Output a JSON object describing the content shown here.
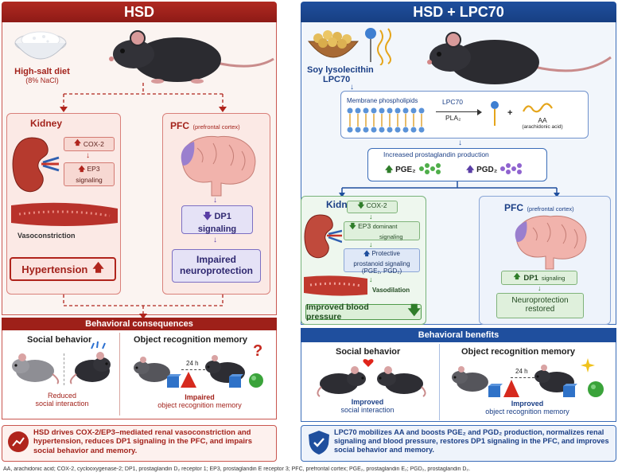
{
  "left": {
    "header": "HSD",
    "diet_label": "High-salt diet",
    "diet_detail": "(8% NaCl)",
    "kidney": {
      "title": "Kidney",
      "cox2": "COX-2",
      "ep3_line1": "EP3",
      "ep3_line2": "signaling",
      "vaso": "Vasoconstriction",
      "outcome": "Hypertension"
    },
    "pfc": {
      "title": "PFC",
      "title_detail": "(prefrontal cortex)",
      "dp1_line1": "DP1",
      "dp1_line2": "signaling",
      "outcome_line1": "Impaired",
      "outcome_line2": "neuroprotection"
    },
    "behavior": {
      "header": "Behavioral consequences",
      "social_title": "Social behavior",
      "social_caption_line1": "Reduced",
      "social_caption_line2": "social interaction",
      "object_title": "Object recognition memory",
      "interval": "24 h",
      "object_caption_line1": "Impaired",
      "object_caption_line2": "object recognition memory",
      "question_mark": "?"
    },
    "summary": "HSD drives COX-2/EP3–mediated renal vasoconstriction and hypertension, reduces DP1 signaling in the PFC, and impairs social behavior and memory."
  },
  "right": {
    "header": "HSD + LPC70",
    "supp_line1": "Soy lysolecithin",
    "supp_line2": "LPC70",
    "membrane": {
      "label": "Membrane phospholipids",
      "lpc70": "LPC70",
      "pla2": "PLA₂",
      "aa": "AA",
      "aa_detail": "(arachidonic acid)",
      "plus": "+"
    },
    "pg": {
      "title": "Increased prostaglandin production",
      "pge2": "PGE₂",
      "pgd2": "PGD₂"
    },
    "kidney": {
      "title": "Kidney",
      "cox2": "COX-2",
      "ep3_line1": "EP3",
      "ep3_dom": "dominant",
      "ep3_line2": "signaling",
      "protect_line1": "Protective",
      "protect_line2": "prostanoid signaling",
      "protect_line3": "(PGE₂, PGD₂)",
      "vaso": "Vasodilation",
      "outcome": "Improved blood pressure"
    },
    "pfc": {
      "title": "PFC",
      "title_detail": "(prefrontal cortex)",
      "dp1": "DP1",
      "dp1_detail": "signaling",
      "outcome_line1": "Neuroprotection",
      "outcome_line2": "restored"
    },
    "behavior": {
      "header": "Behavioral  benefits",
      "social_title": "Social behavior",
      "social_caption_line1": "Improved",
      "social_caption_line2": "social interaction",
      "object_title": "Object recognition memory",
      "interval": "24 h",
      "object_caption_line1": "Improved",
      "object_caption_line2": "object recognition memory"
    },
    "summary": "LPC70 mobilizes AA and boosts PGE₂ and PGD₂ production, normalizes renal signaling and blood pressure, restores DP1 signaling in the PFC, and improves social behavior and memory."
  },
  "footnote": "AA, arachidonic acid; COX-2, cyclooxygenase-2; DP1, prostaglandin D₂ receptor 1; EP3, prostaglandin E receptor 3; PFC, prefrontal cortex; PGE₂, prostaglandin E₂; PGD₂, prostaglandin D₂.",
  "colors": {
    "hsd_red": "#9e2019",
    "lpc_blue": "#1f4f9e",
    "benefit_green": "#2f7d2a",
    "dp_purple": "#5a3ea6"
  },
  "icons": [
    "salt-bowl-icon",
    "mouse-icon",
    "kidney-icon",
    "brain-icon",
    "blood-vessel-icon",
    "soybean-bowl-icon",
    "lipid-molecule-icon",
    "shield-icon",
    "warning-icon",
    "heart-icon",
    "sparkle-icon"
  ]
}
